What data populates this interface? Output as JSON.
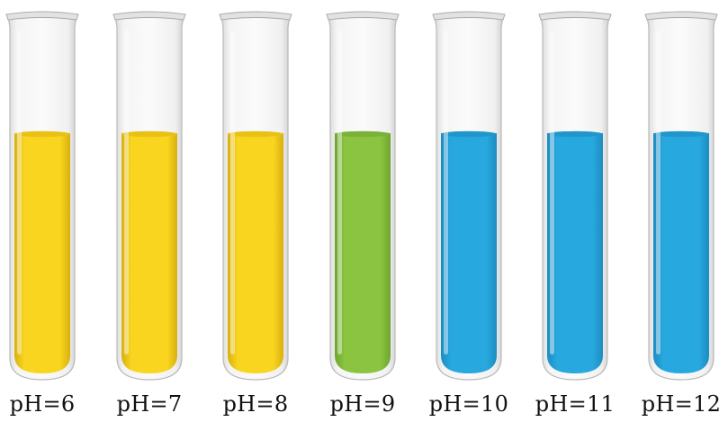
{
  "tubes": [
    {
      "label": "pH=6",
      "liquid_color": "#F9D51F",
      "liquid_shade": "#D9B010",
      "surface_color": "#E8C114"
    },
    {
      "label": "pH=7",
      "liquid_color": "#F9D51F",
      "liquid_shade": "#D9B010",
      "surface_color": "#E8C114"
    },
    {
      "label": "pH=8",
      "liquid_color": "#F9D51F",
      "liquid_shade": "#D9B010",
      "surface_color": "#E8C114"
    },
    {
      "label": "pH=9",
      "liquid_color": "#8BC441",
      "liquid_shade": "#6FA52F",
      "surface_color": "#79B236"
    },
    {
      "label": "pH=10",
      "liquid_color": "#27A8DE",
      "liquid_shade": "#1D8CC0",
      "surface_color": "#2196CC"
    },
    {
      "label": "pH=11",
      "liquid_color": "#27A8DE",
      "liquid_shade": "#1D8CC0",
      "surface_color": "#2196CC"
    },
    {
      "label": "pH=12",
      "liquid_color": "#27A8DE",
      "liquid_shade": "#1D8CC0",
      "surface_color": "#2196CC"
    }
  ]
}
